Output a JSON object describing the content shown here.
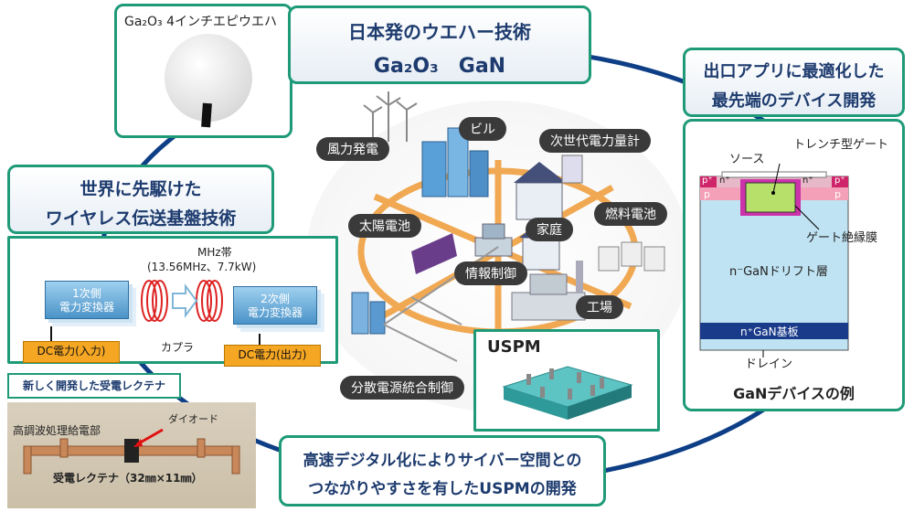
{
  "wafer_panel": {
    "label": "Ga₂O₃ 4インチエピウエハ"
  },
  "top_title": {
    "line1": "日本発のウエハー技術",
    "line2": "Ga₂O₃　GaN"
  },
  "right_title": {
    "line1": "出口アプリに最適化した",
    "line2": "最先端のデバイス開発"
  },
  "left_title": {
    "line1": "世界に先駆けた",
    "line2": "ワイヤレス伝送基盤技術"
  },
  "wireless": {
    "band_line1": "MHz帯",
    "band_line2": "(13.56MHz、7.7kW)",
    "primary_line1": "1次側",
    "primary_line2": "電力変換器",
    "secondary_line1": "2次側",
    "secondary_line2": "電力変換器",
    "coupler": "カプラ",
    "dc_in": "DC電力(入力)",
    "dc_out": "DC電力(出力)"
  },
  "rectenna": {
    "heading": "新しく開発した受電レクテナ",
    "hf_label": "高調波処理給電部",
    "diode_label": "ダイオード",
    "caption": "受電レクテナ（32㎜×11㎜）"
  },
  "network": {
    "labels": [
      "風力発電",
      "ビル",
      "次世代電力量計",
      "太陽電池",
      "家庭",
      "燃料電池",
      "情報制御",
      "工場",
      "分散電源統合制御"
    ]
  },
  "uspm": {
    "label": "USPM"
  },
  "device": {
    "source": "ソース",
    "trench_gate": "トレンチ型ゲート",
    "p_plus": "p⁺",
    "n_plus": "n⁺",
    "p": "p",
    "gate_insulator": "ゲート絶縁膜",
    "drift": "n⁻GaNドリフト層",
    "substrate": "n⁺GaN基板",
    "drain": "ドレイン",
    "caption": "GaNデバイスの例"
  },
  "bottom_title": {
    "line1": "高速デジタル化によりサイバー空間との",
    "line2": "つながりやすさを有したUSPMの開発"
  },
  "colors": {
    "teal": "#1f9a78",
    "navy": "#1d3b6e",
    "orbit": "#0e3f86",
    "grid_orange": "#f0a040"
  }
}
